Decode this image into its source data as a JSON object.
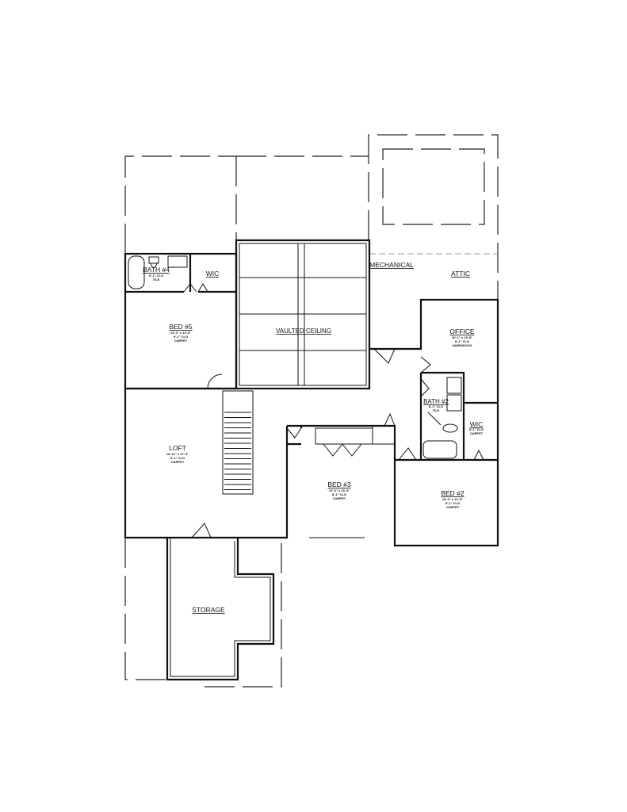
{
  "rooms": [
    {
      "id": "bath4",
      "name": "BATH #4",
      "details": [
        "9'-1\" CLG",
        "TILE"
      ]
    },
    {
      "id": "wic5",
      "name": "WIC",
      "details": []
    },
    {
      "id": "bed5",
      "name": "BED #5",
      "details": [
        "14'-0\" x 13'-0\"",
        "9'-1\" CLG",
        "CARPET"
      ]
    },
    {
      "id": "vaulted",
      "name": "VAULTED CEILING",
      "details": []
    },
    {
      "id": "mechanical",
      "name": "MECHANICAL",
      "details": []
    },
    {
      "id": "attic",
      "name": "ATTIC",
      "details": []
    },
    {
      "id": "office",
      "name": "OFFICE",
      "details": [
        "10'-1\" x 13'-8\"",
        "8'-1\" CLG",
        "HARDWOOD"
      ]
    },
    {
      "id": "bath2",
      "name": "BATH #2",
      "details": [
        "8'-1\" CLG",
        "TILE"
      ]
    },
    {
      "id": "wic2",
      "name": "WIC",
      "details": [
        "8'-1\" CLG",
        "CARPET"
      ]
    },
    {
      "id": "loft",
      "name": "LOFT",
      "details": [
        "18'-11\" x 27'-3\"",
        "8'-1\" CLG",
        "CARPET"
      ]
    },
    {
      "id": "bed3",
      "name": "BED #3",
      "details": [
        "13'-0\" x 13'-3\"",
        "8'-1\" CLG",
        "CARPET"
      ]
    },
    {
      "id": "bed2",
      "name": "BED #2",
      "details": [
        "13'-0\" x 12'-8\"",
        "8'-1\" CLG",
        "CARPET"
      ]
    },
    {
      "id": "storage",
      "name": "STORAGE",
      "details": []
    }
  ]
}
